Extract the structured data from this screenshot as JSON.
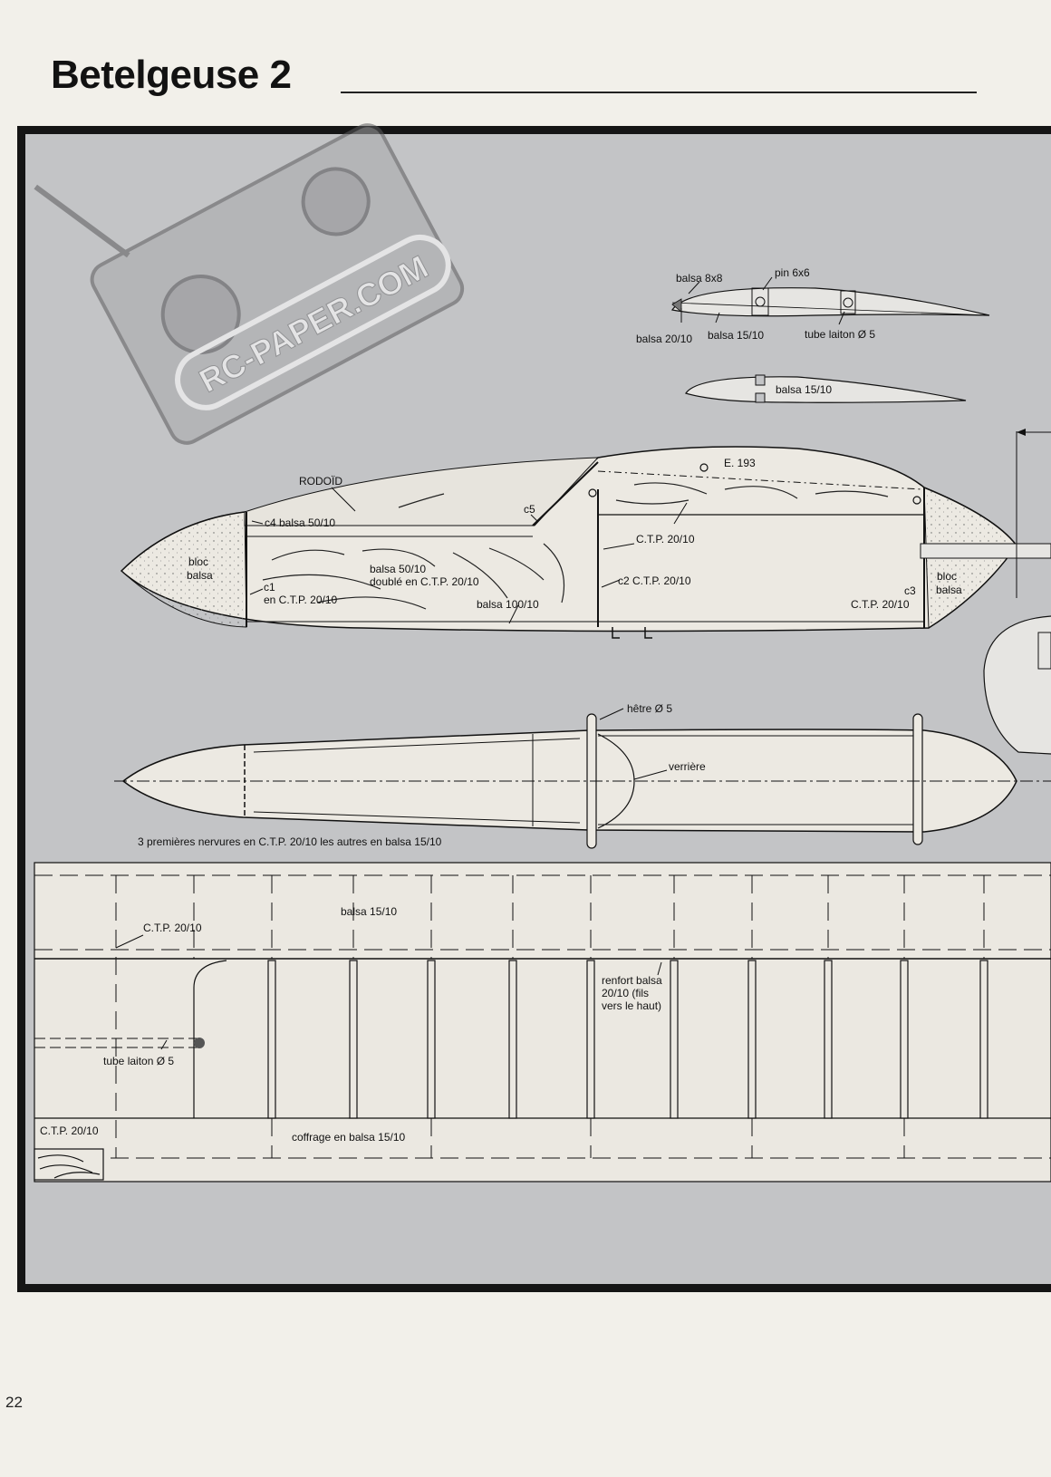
{
  "page": {
    "title": "Betelgeuse 2",
    "page_number": "22"
  },
  "watermark": {
    "text": "RC-PAPER.COM",
    "picture": "radio-transmitter"
  },
  "wing_section": {
    "balsa_8x8": "balsa 8x8",
    "pin": "pin 6x6",
    "leading_edge": "balsa 20/10",
    "sheet": "balsa 15/10",
    "tube": "tube laiton Ø 5"
  },
  "tail_section": {
    "sheet": "balsa 15/10"
  },
  "fuselage_side": {
    "canopy": "RODOÏD",
    "profile": "E. 193",
    "c4": "c4 balsa 50/10",
    "c5": "c5",
    "ctp": "C.T.P. 20/10",
    "nose_bloc": "bloc",
    "nose_balsa": "balsa",
    "c1a": "c1",
    "c1b": "en C.T.P. 20/10",
    "doubler_a": "balsa 50/10",
    "doubler_b": "doublé en C.T.P. 20/10",
    "c2": "c2 C.T.P. 20/10",
    "bottom": "balsa 100/10",
    "tail_bloc": "bloc",
    "tail_balsa": "balsa",
    "c3a": "c3",
    "c3b": "C.T.P. 20/10"
  },
  "fuselage_top": {
    "dowel": "hêtre Ø 5",
    "canopy": "verrière",
    "ribs_note": "3 premières nervures en C.T.P. 20/10 les autres en balsa 15/10"
  },
  "wing_plan": {
    "sheet": "balsa 15/10",
    "ctp": "C.T.P. 20/10",
    "renfort_1": "renfort balsa",
    "renfort_2": "20/10 (fils",
    "renfort_3": "vers le haut)",
    "tube": "tube laiton Ø 5",
    "root": "C.T.P. 20/10",
    "coffrage": "coffrage en balsa 15/10"
  }
}
